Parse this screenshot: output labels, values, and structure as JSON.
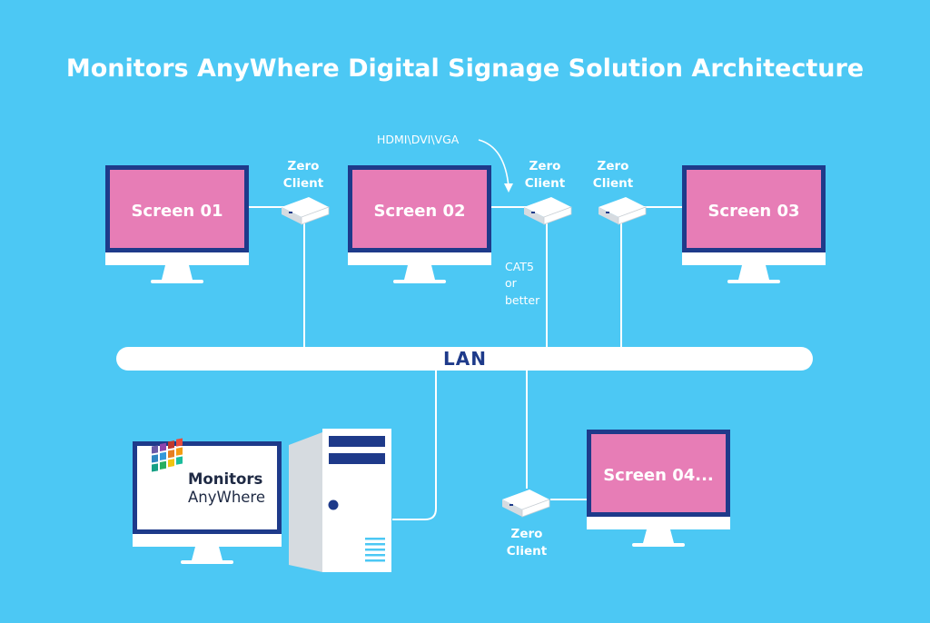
{
  "title": "Monitors AnyWhere Digital Signage Solution Architecture",
  "screens": [
    {
      "label": "Screen 01"
    },
    {
      "label": "Screen 02"
    },
    {
      "label": "Screen 03"
    },
    {
      "label": "Screen 04..."
    }
  ],
  "zero_client": {
    "line1": "Zero",
    "line2": "Client"
  },
  "annotations": {
    "hdmi": "HDMI\\DVI\\VGA",
    "cat5_line1": "CAT5",
    "cat5_line2": "or",
    "cat5_line3": "better"
  },
  "lan": {
    "label": "LAN"
  },
  "logo": {
    "line1": "Monitors",
    "line2": "AnyWhere"
  },
  "colors": {
    "background": "#4CC8F4",
    "screen_fill": "#E77DB6",
    "monitor_frame": "#1E3A8A",
    "white": "#FFFFFF"
  }
}
